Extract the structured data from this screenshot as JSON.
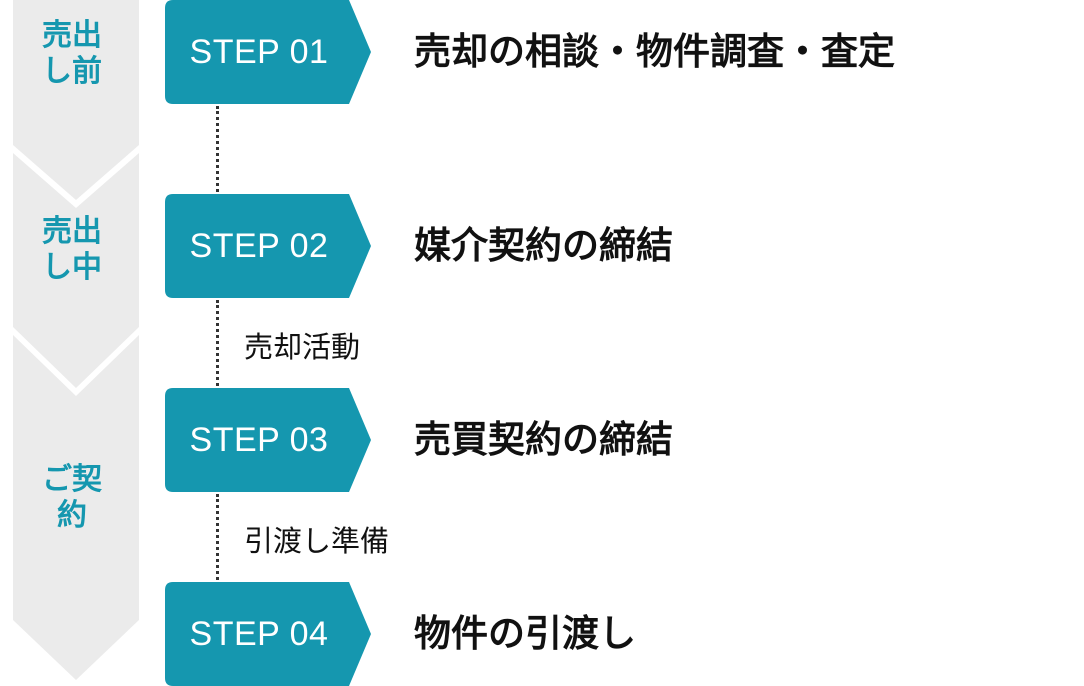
{
  "colors": {
    "accent": "#1597AF",
    "phase_background": "#EBEBEB",
    "text": "#111111",
    "badge_text": "#FFFFFF"
  },
  "phases": [
    {
      "label": "売出し前"
    },
    {
      "label": "売出し中"
    },
    {
      "label": "ご契約"
    }
  ],
  "steps": [
    {
      "badge": "STEP 01",
      "title": "売却の相談・物件調査・査定"
    },
    {
      "badge": "STEP 02",
      "title": "媒介契約の締結"
    },
    {
      "badge": "STEP 03",
      "title": "売買契約の締結"
    },
    {
      "badge": "STEP 04",
      "title": "物件の引渡し"
    }
  ],
  "connectors": [
    {
      "note": ""
    },
    {
      "note": "売却活動"
    },
    {
      "note": "引渡し準備"
    }
  ]
}
